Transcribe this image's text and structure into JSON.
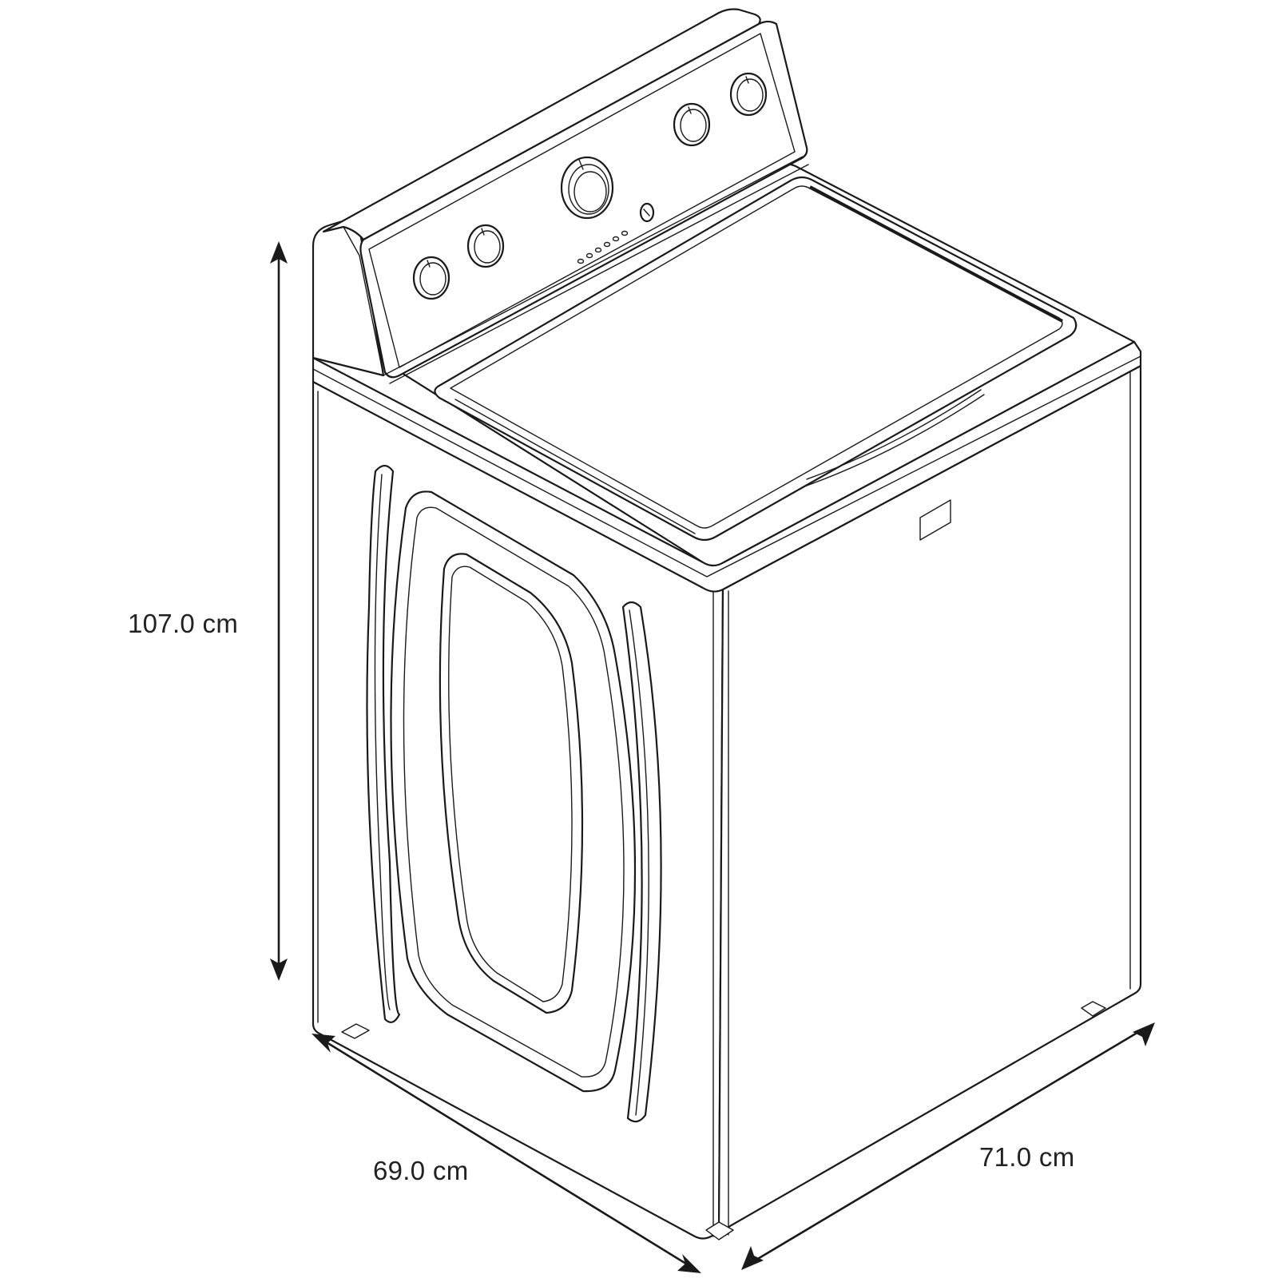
{
  "diagram": {
    "subject": "Top-load washing machine dimension drawing",
    "style": "isometric line art",
    "line_color": "#1a1a1a",
    "background": "#ffffff"
  },
  "dimensions": {
    "height": {
      "value": 107.0,
      "unit": "cm",
      "label": "107.0 cm",
      "axis": "vertical"
    },
    "width": {
      "value": 69.0,
      "unit": "cm",
      "label": "69.0 cm",
      "axis": "front-left diagonal"
    },
    "depth": {
      "value": 71.0,
      "unit": "cm",
      "label": "71.0 cm",
      "axis": "front-right diagonal"
    }
  },
  "parts": {
    "control_panel": {
      "knobs": 5,
      "indicator_lights": 6,
      "button": 1
    },
    "lid": {
      "shape": "rounded rectangle",
      "has_handle": true
    },
    "front_panel": {
      "decorative_window": true,
      "side_grooves": 2
    },
    "side_panel": {
      "label_plate": true
    },
    "feet": 4
  }
}
